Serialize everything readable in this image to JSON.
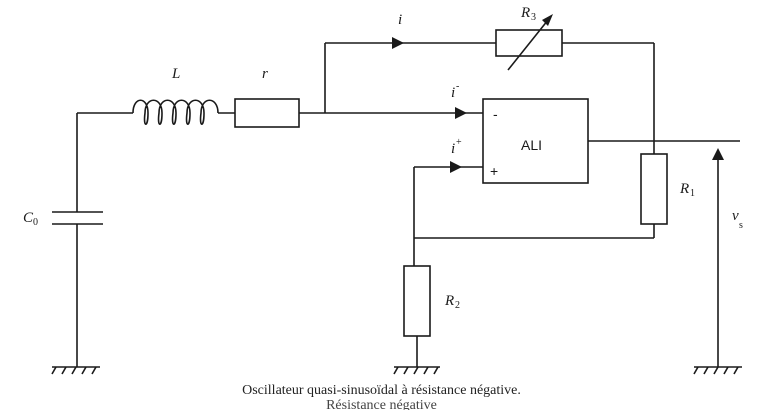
{
  "labels": {
    "L": "L",
    "r": "r",
    "R3": "R",
    "R3_sub": "3",
    "i": "i",
    "i_minus": "i",
    "i_minus_sup": "-",
    "i_plus": "i",
    "i_plus_sup": "+",
    "opamp": "ALI",
    "opamp_minus": "-",
    "opamp_plus": "+",
    "C0": "C",
    "C0_sub": "0",
    "R1": "R",
    "R1_sub": "1",
    "R2": "R",
    "R2_sub": "2",
    "vs": "v",
    "vs_sub": "s"
  },
  "caption": {
    "line1": "Oscillateur quasi-sinusoïdal à résistance négative.",
    "line2": "Résistance négative"
  }
}
